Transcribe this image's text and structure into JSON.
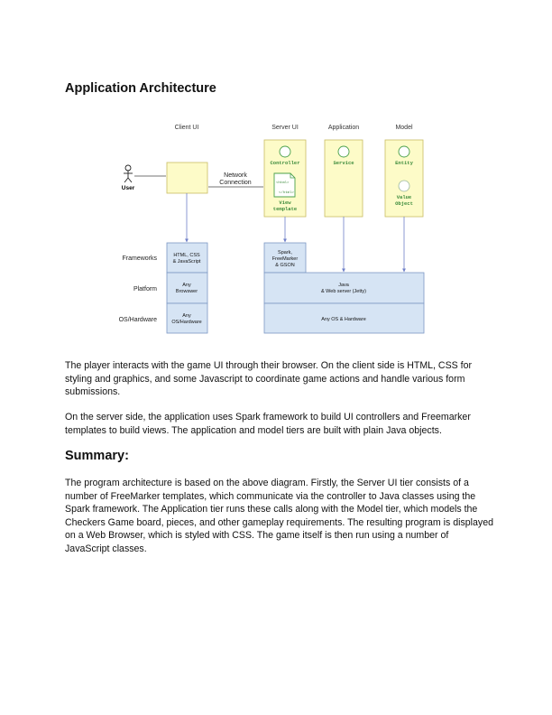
{
  "heading": "Application Architecture",
  "diagram": {
    "columns": {
      "client": "Client UI",
      "server": "Server UI",
      "application": "Application",
      "model": "Model"
    },
    "user_label": "User",
    "network_line1": "Network",
    "network_line2": "Connection",
    "controllers": "Controller",
    "html_tag_open": "<html>",
    "html_tag_close": "</html>",
    "view_line1": "View",
    "view_line2": "template",
    "service": "Service",
    "entity": "Entity",
    "value_line1": "Value",
    "value_line2": "Object",
    "rows": {
      "frameworks": "Frameworks",
      "platform": "Platform",
      "os": "OS/Hardware"
    },
    "client_frameworks_line1": "HTML, CSS",
    "client_frameworks_line2": "& JavaScript",
    "client_platform_line1": "Any",
    "client_platform_line2": "Browswer",
    "client_os_line1": "Any",
    "client_os_line2": "OS/Hardware",
    "server_frameworks_line1": "Spark,",
    "server_frameworks_line2": "FreeMarker",
    "server_frameworks_line3": "& GSON",
    "java_line1": "Java",
    "java_line2": "& Web server (Jetty)",
    "server_os": "Any OS & Hardware",
    "colors": {
      "yellow_fill": "#fdfbc8",
      "yellow_stroke": "#c9bd63",
      "blue_fill": "#d6e4f4",
      "blue_stroke": "#7b97c4",
      "green": "#4aa04a"
    }
  },
  "paragraph1": "The player interacts with the game UI through their browser. On the client side is HTML, CSS for styling and graphics, and some Javascript to coordinate game actions and handle various form submissions.",
  "paragraph2": "On the server side, the application uses Spark framework to build UI controllers and Freemarker templates to build views. The application and model tiers are built with plain Java objects.",
  "summary_heading": "Summary:",
  "paragraph3": "The program architecture is based on the above diagram. Firstly, the Server UI tier consists of a number of FreeMarker templates, which communicate via the controller to Java classes using the Spark framework. The Application tier runs these calls along with the Model tier, which models the Checkers Game board, pieces, and other gameplay requirements. The resulting program is displayed on a Web Browser, which is styled with CSS. The game itself is then run using a number of JavaScript classes."
}
